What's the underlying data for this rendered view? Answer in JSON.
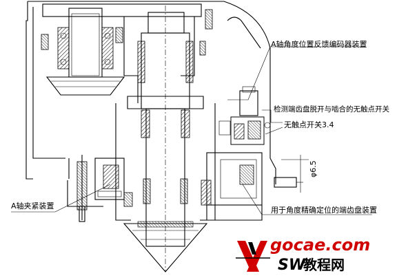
{
  "callouts": {
    "encoder": "A轴角度位置反馈编码器装置",
    "detect_switch": "检测端齿盘脱开与啮合的无触点开关",
    "switch_34": "无触点开关3.4",
    "clamp": "A轴夹紧装置",
    "gear_disc": "用于角度精确定位的端齿盘装置",
    "dimension": "φ6.5"
  },
  "watermark": {
    "site": "gocae.com",
    "brand_sw": "SW",
    "brand_cn": "教程网"
  },
  "colors": {
    "line": "#000000",
    "hatch_fill": "#000000",
    "site_text": "#d10000",
    "brand_text": "#000000"
  }
}
